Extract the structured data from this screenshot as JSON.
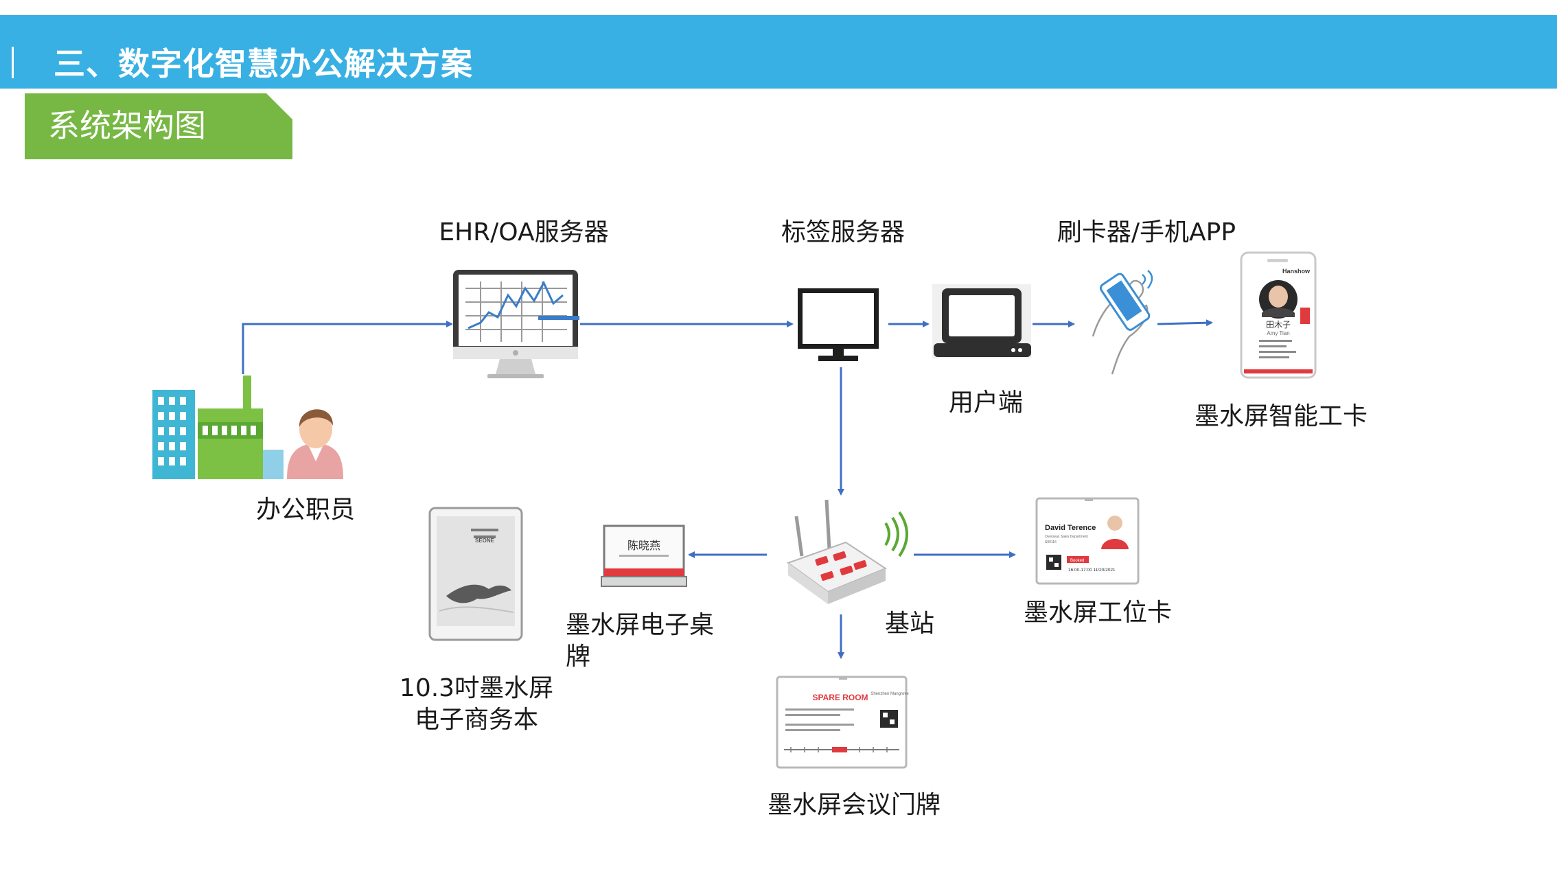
{
  "header": {
    "title": "三、数字化智慧办公解决方案"
  },
  "section": {
    "tag": "系统架构图"
  },
  "nodes": {
    "ehr_server": "EHR/OA服务器",
    "tag_server": "标签服务器",
    "card_reader": "刷卡器/手机APP",
    "user_client": "用户端",
    "smart_badge": "墨水屏智能工卡",
    "office_staff": "办公职员",
    "base_station": "基站",
    "desk_sign_line1": "墨水屏电子桌",
    "desk_sign_line2": "牌",
    "workstation_card": "墨水屏工位卡",
    "notebook_line1": "10.3吋墨水屏",
    "notebook_line2": "电子商务本",
    "meeting_sign": "墨水屏会议门牌"
  },
  "device_text": {
    "badge_brand": "Hanshow",
    "badge_name": "田木子",
    "badge_pinyin": "Amy Tian",
    "desk_sign_name": "陈晓燕",
    "workstation_name": "David Terence",
    "workstation_dept": "Overseas Sales Department",
    "workstation_id": "S00116",
    "workstation_status": "Booked",
    "workstation_time": "16:00-17:00 11/20/2021",
    "meeting_room": "SPARE ROOM",
    "meeting_location": "Shenzhen Mangrove",
    "notebook_screen": "SEONE"
  },
  "colors": {
    "header": "#38b0e3",
    "section_tag": "#76b843",
    "arrow": "#3f6fc4",
    "accent_red": "#e03a3e"
  }
}
